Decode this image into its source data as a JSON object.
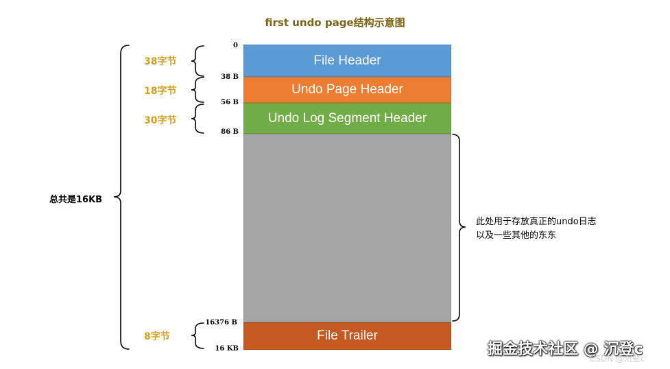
{
  "title": "first undo page结构示意图",
  "blocks": {
    "file_header": "File Header",
    "undo_page_header": "Undo Page Header",
    "undo_log_segment_header": "Undo Log Segment Header",
    "data_area": "",
    "file_trailer": "File Trailer"
  },
  "offsets": {
    "o0": "0",
    "o38": "38 B",
    "o56": "56 B",
    "o86": "86 B",
    "o16376": "16376 B",
    "o16k": "16 KB"
  },
  "sizes": {
    "file_header": "38字节",
    "undo_page_header": "18字节",
    "undo_log_segment_header": "30字节",
    "file_trailer": "8字节"
  },
  "total_label": "总共是16KB",
  "data_note": {
    "line1": "此处用于存放真正的undo日志",
    "line2": "以及一些其他的东东"
  },
  "watermark": {
    "main": "掘金技术社区 @ 沉登c",
    "sub": "CSDN @沉登c"
  },
  "colors": {
    "file_header": "#5b9bd5",
    "undo_page_header": "#ed7d31",
    "undo_log_segment_header": "#70ad47",
    "data_area": "#a5a5a5",
    "file_trailer": "#c55a20",
    "title": "#7a6416",
    "size_labels": "#d4a020"
  }
}
